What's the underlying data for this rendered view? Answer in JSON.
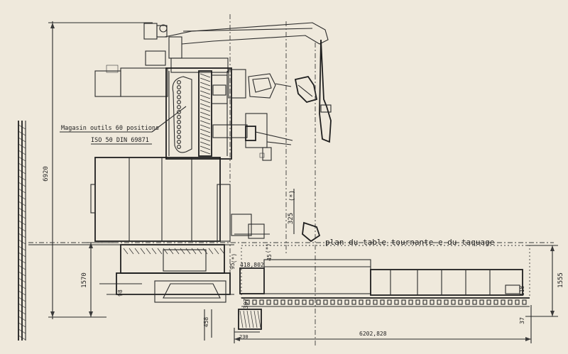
{
  "labels": {
    "magazine_line1": "Magasin outils 60 positions",
    "magazine_line2": "ISO 50 DIN 69871",
    "table_plan": "plan du table tournante e du taquage",
    "detail_mark": "(*)"
  },
  "dimensions": {
    "total_height": "6920",
    "left_height": "1570",
    "right_height": "1555",
    "d98": "98",
    "d458": "458",
    "d230": "230",
    "d6202": "6202,828",
    "d325": "325",
    "d95": "95",
    "d45": "45",
    "d418": "418,802",
    "d397": "397",
    "d118": "118",
    "d37": "37"
  },
  "colors": {
    "paper": "#efe9dc",
    "ink": "#2a2a2a"
  }
}
